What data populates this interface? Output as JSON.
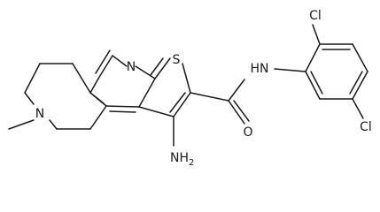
{
  "molecule": {
    "atom_labels": {
      "ring_nitrogen": "N",
      "thiophene_sulfur": "S",
      "amide_nh": "HN",
      "carbonyl_oxygen": "O",
      "amino_group": "NH",
      "amino_subscript": "2",
      "piperidine_nitrogen": "N",
      "chloro_top": "Cl",
      "chloro_bottom": "Cl"
    }
  }
}
